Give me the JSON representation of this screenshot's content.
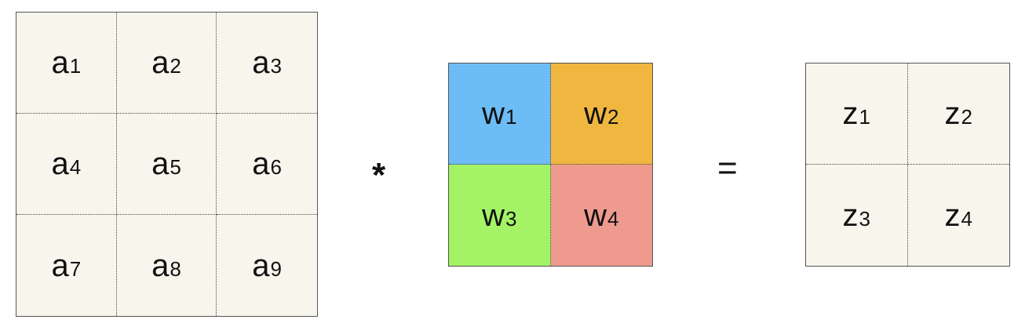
{
  "grid_a": {
    "cells": [
      {
        "base": "a",
        "sub": "1"
      },
      {
        "base": "a",
        "sub": "2"
      },
      {
        "base": "a",
        "sub": "3"
      },
      {
        "base": "a",
        "sub": "4"
      },
      {
        "base": "a",
        "sub": "5"
      },
      {
        "base": "a",
        "sub": "6"
      },
      {
        "base": "a",
        "sub": "7"
      },
      {
        "base": "a",
        "sub": "8"
      },
      {
        "base": "a",
        "sub": "9"
      }
    ],
    "fill": "#f8f6ec"
  },
  "operator_multiply": "*",
  "grid_w": {
    "cells": [
      {
        "base": "w",
        "sub": "1",
        "color": "#6cbcf6"
      },
      {
        "base": "w",
        "sub": "2",
        "color": "#efb740"
      },
      {
        "base": "w",
        "sub": "3",
        "color": "#a4f266"
      },
      {
        "base": "w",
        "sub": "4",
        "color": "#ef9a8e"
      }
    ]
  },
  "operator_equals": "=",
  "grid_z": {
    "cells": [
      {
        "base": "z",
        "sub": "1"
      },
      {
        "base": "z",
        "sub": "2"
      },
      {
        "base": "z",
        "sub": "3"
      },
      {
        "base": "z",
        "sub": "4"
      }
    ],
    "fill": "#f8f6ec"
  }
}
